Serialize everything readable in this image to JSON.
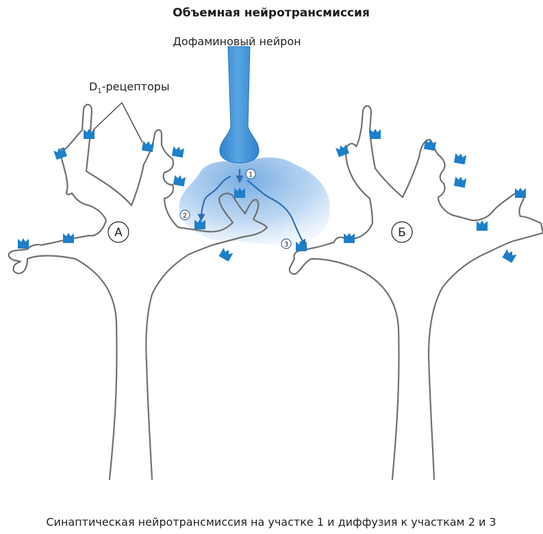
{
  "title": "Объемная нейротрансмиссия",
  "neuron_label": "Дофаминовый нейрон",
  "receptor_label": {
    "main": "D",
    "sub": "1",
    "suffix": "-рецепторы"
  },
  "cell_labels": {
    "a": "А",
    "b": "Б"
  },
  "site_labels": [
    "1",
    "2",
    "3"
  ],
  "caption": "Синаптическая нейротрансмиссия на участке 1 и диффузия к участкам 2 и 3",
  "colors": {
    "axon": "#3d8fd6",
    "receptor": "#1e7fc9",
    "diffusion_cloud": "#8fb9e6",
    "arrows": "#2d6fb0",
    "outline": "#707070"
  }
}
